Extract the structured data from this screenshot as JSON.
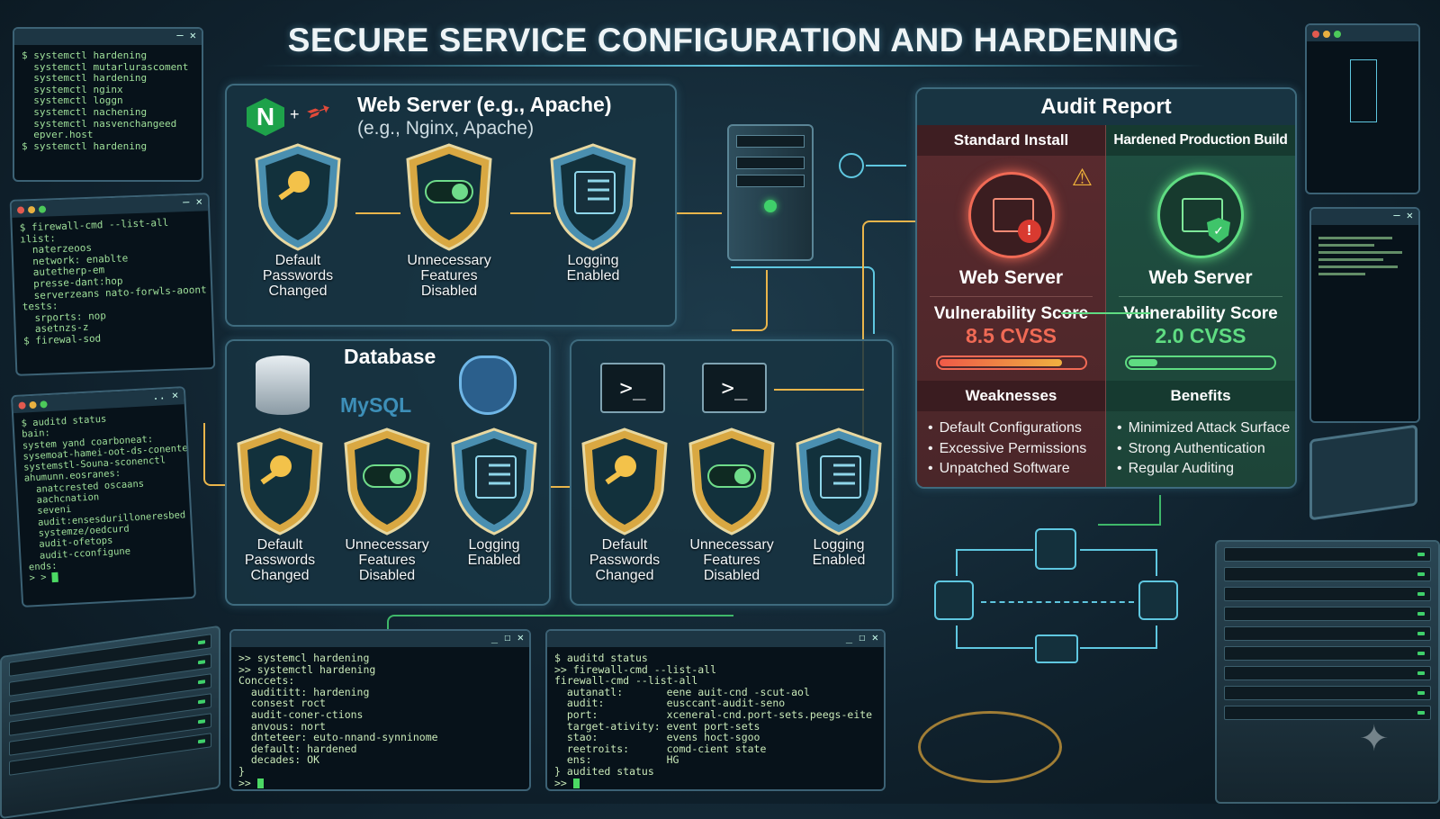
{
  "title": "SECURE SERVICE CONFIGURATION AND HARDENING",
  "web_server": {
    "title": "Web Server (e.g., Apache)",
    "subtitle": "(e.g., Nginx, Apache)",
    "logo_letter": "N",
    "plus": "+",
    "shields": [
      {
        "type": "key",
        "color": "#4a8fb0",
        "label": "Default Passwords Changed"
      },
      {
        "type": "toggle",
        "color": "#d9a842",
        "label": "Unnecessary Features Disabled"
      },
      {
        "type": "log",
        "color": "#4a8fb0",
        "label": "Logging Enabled"
      }
    ]
  },
  "database": {
    "title": "Database",
    "mysql_logo": "MySQL",
    "shields": [
      {
        "type": "key",
        "color": "#d9a842",
        "label": "Default Passwords Changed"
      },
      {
        "type": "toggle",
        "color": "#d9a842",
        "label": "Unnecessary Features Disabled"
      },
      {
        "type": "log",
        "color": "#4a8fb0",
        "label": "Logging Enabled"
      }
    ]
  },
  "services": {
    "prompt_icon": ">_",
    "shields": [
      {
        "type": "key",
        "color": "#d9a842",
        "label": "Default Passwords Changed"
      },
      {
        "type": "toggle",
        "color": "#d9a842",
        "label": "Unnecessary Features Disabled"
      },
      {
        "type": "log",
        "color": "#4a8fb0",
        "label": "Logging Enabled"
      }
    ]
  },
  "audit": {
    "title": "Audit Report",
    "standard": {
      "header": "Standard Install",
      "name": "Web Server",
      "score_label": "Vulnerability Score",
      "score": "8.5 CVSS",
      "score_fraction": 0.85,
      "list_title": "Weaknesses",
      "items": [
        "Default Configurations",
        "Excessive Permissions",
        "Unpatched Software"
      ],
      "color": "#f06a55"
    },
    "hardened": {
      "header": "Hardened Production Build",
      "name": "Web Server",
      "score_label": "Vulnerability Score",
      "score": "2.0 CVSS",
      "score_fraction": 0.2,
      "list_title": "Benefits",
      "items": [
        "Minimized Attack Surface",
        "Strong Authentication",
        "Regular Auditing"
      ],
      "color": "#5fdc82"
    }
  },
  "terminals": {
    "t1": "$ systemctl hardening\n  systemctl mutarlurascoment\n  systemctl hardening\n  systemctl nginx\n  systemctl loggn\n  systemctl nachening\n  systemctl nasvenchangeed\n  epver.host\n$ systemctl hardening",
    "t2": "$ firewall-cmd --list-all\nılist:\n  naterzeoos\n  network: enablte\n  autetherp-em\n  presse-dant:hop\n  serverzeans nato-forwls-aoont\ntests:\n  srports: nop\n  asetnzs-z\n$ firewal-sod",
    "t3": "$ auditd status\nbain:\nsystem yand coarboneat:\nsysemoat-hamei-oot-ds-conented\nsystemstl-Souna-sconenctl\nahumunn.eosranes:\n  anatcrested oscaans\n  aachcnation\n  seveni\n  audit:ensesdurilloneresbed\n  systemze/oedcurd\n  audit-ofetops\n  audit-cconfigune\nends:\n> > ",
    "t4": ">> systemcl hardening\n>> systemctl hardening\nConccets:\n  audititt: hardening\n  consest roct\n  audit-coner-ctions\n  anvous: nort\n  dnteteer: euto-nnand-synninome\n  default: hardened\n  decades: OK\n}\n>> ",
    "t5": "$ auditd status\n>> firewall-cmd --list-all\nfirewall-cmd --list-all\n  autanatl:       eene auit-cnd -scut-aol\n  audit:          eusccant-audit-seno\n  port:           xceneral-cnd.port-sets.peegs-eite\n  target-ativity: event port-sets\n  stao:           evens hoct-sgoo\n  reetroits:      comd-cient state\n  ens:            HG\n} audited status\n>> "
  }
}
